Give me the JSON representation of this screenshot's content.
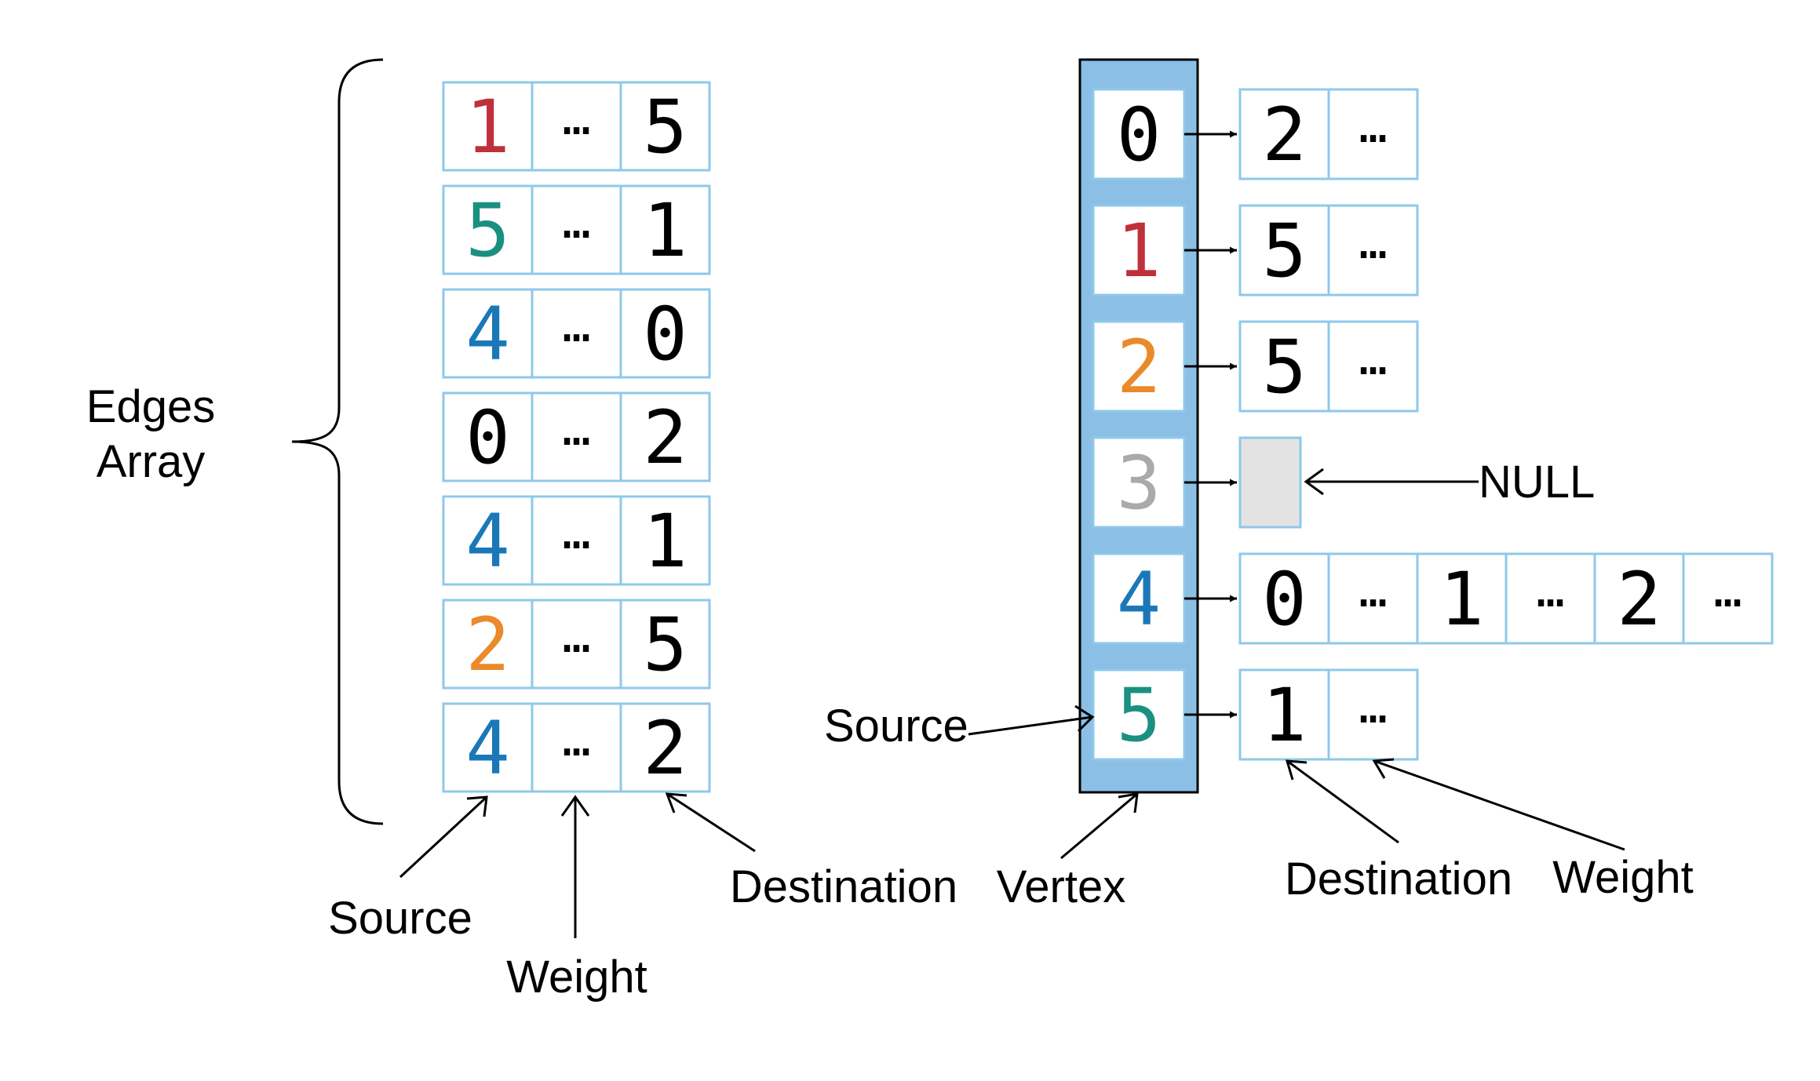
{
  "edges_array": {
    "label_line1": "Edges",
    "label_line2": "Array",
    "rows": [
      {
        "source": "1",
        "weight": "…",
        "destination": "5"
      },
      {
        "source": "5",
        "weight": "…",
        "destination": "1"
      },
      {
        "source": "4",
        "weight": "…",
        "destination": "0"
      },
      {
        "source": "0",
        "weight": "…",
        "destination": "2"
      },
      {
        "source": "4",
        "weight": "…",
        "destination": "1"
      },
      {
        "source": "2",
        "weight": "…",
        "destination": "5"
      },
      {
        "source": "4",
        "weight": "…",
        "destination": "2"
      }
    ],
    "source_label": "Source",
    "weight_label": "Weight",
    "destination_label": "Destination"
  },
  "adjacency_list": {
    "vertices": [
      "0",
      "1",
      "2",
      "3",
      "4",
      "5"
    ],
    "lists": [
      [
        {
          "dest": "2",
          "weight": "…"
        }
      ],
      [
        {
          "dest": "5",
          "weight": "…"
        }
      ],
      [
        {
          "dest": "5",
          "weight": "…"
        }
      ],
      [],
      [
        {
          "dest": "0",
          "weight": "…"
        },
        {
          "dest": "1",
          "weight": "…"
        },
        {
          "dest": "2",
          "weight": "…"
        }
      ],
      [
        {
          "dest": "1",
          "weight": "…"
        }
      ]
    ],
    "null_label": "NULL",
    "source_label": "Source",
    "vertex_label": "Vertex",
    "destination_label": "Destination",
    "weight_label": "Weight"
  },
  "colors": {
    "vertex_0": "#000000",
    "vertex_1": "#c0303a",
    "vertex_2": "#ea8a2a",
    "vertex_3": "#aaaaaa",
    "vertex_4": "#1a78b8",
    "vertex_5": "#1a9080",
    "cell_border": "#8ec9ea",
    "vertex_column_fill": "#8cbfe6",
    "null_cell_fill": "#e3e3e3"
  }
}
